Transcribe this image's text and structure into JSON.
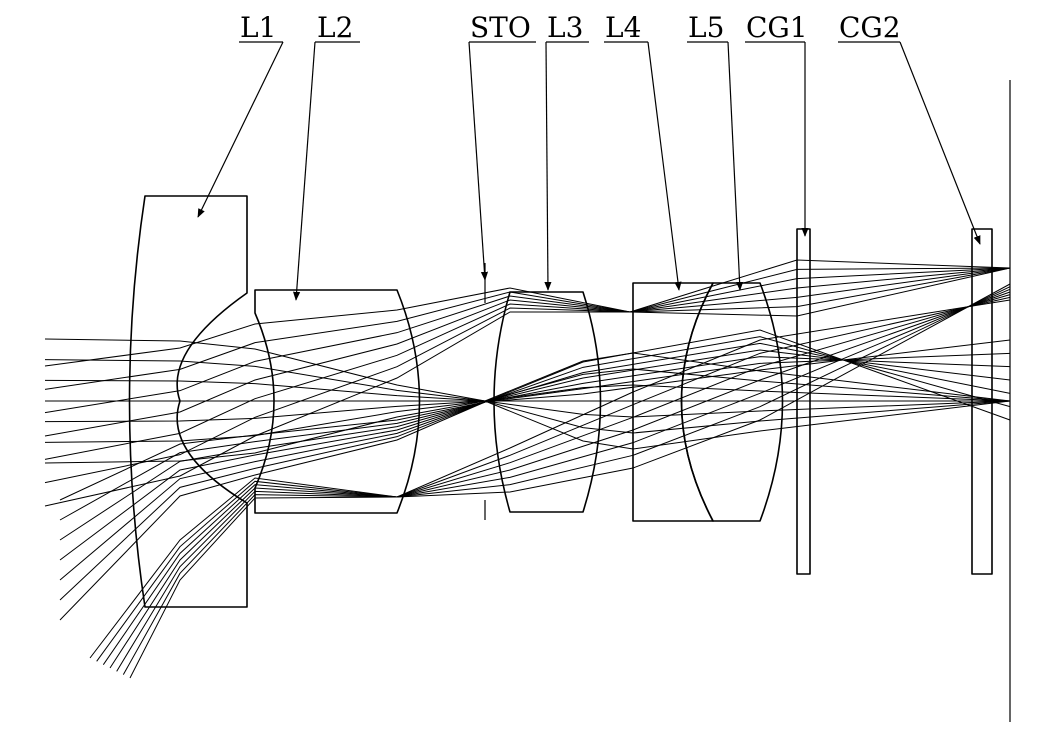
{
  "labels": {
    "l1": "L1",
    "l2": "L2",
    "sto": "STO",
    "l3": "L3",
    "l4": "L4",
    "l5": "L5",
    "cg1": "CG1",
    "cg2": "CG2"
  },
  "colors": {
    "ink": "#000000",
    "background": "#ffffff"
  }
}
